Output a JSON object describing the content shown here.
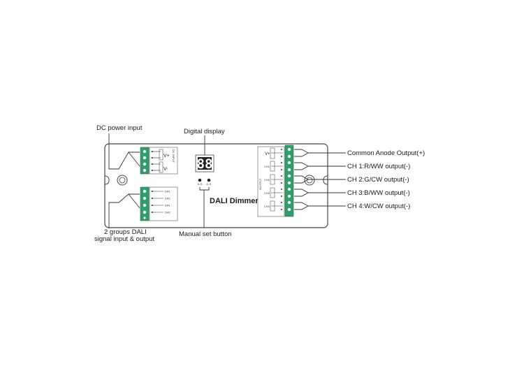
{
  "callouts": {
    "dc_power_input": "DC power input",
    "digital_display": "Digital display",
    "dali_groups_line1": "2 groups DALI",
    "dali_groups_line2": "signal input & output",
    "manual_set_button": "Manual set button",
    "common_anode": "Common Anode Output(+)",
    "ch1": "CH 1:R/WW output(-)",
    "ch2": "CH 2:G/CW output(-)",
    "ch3": "CH 3:B/WW output(-)",
    "ch4": "CH 4:W/CW output(-)"
  },
  "device": {
    "name": "DALI Dimmer",
    "display_digits": "88",
    "power_block": {
      "vplus": "V+",
      "vminus": "V-",
      "side_label": "DC INPUT"
    },
    "dali_block": {
      "terminals": [
        "DA1",
        "DA2",
        "DA1",
        "DA2"
      ]
    },
    "output_block": {
      "vplus": "V+",
      "channels": [
        "CH1",
        "CH2",
        "CH3",
        "CH4"
      ],
      "side_label": "OUTPUT"
    },
    "buttons": [
      "D-S",
      "D-S"
    ]
  },
  "colors": {
    "terminal_green": "#2e9e6b",
    "outline": "#444444",
    "display_bg": "#222222"
  }
}
